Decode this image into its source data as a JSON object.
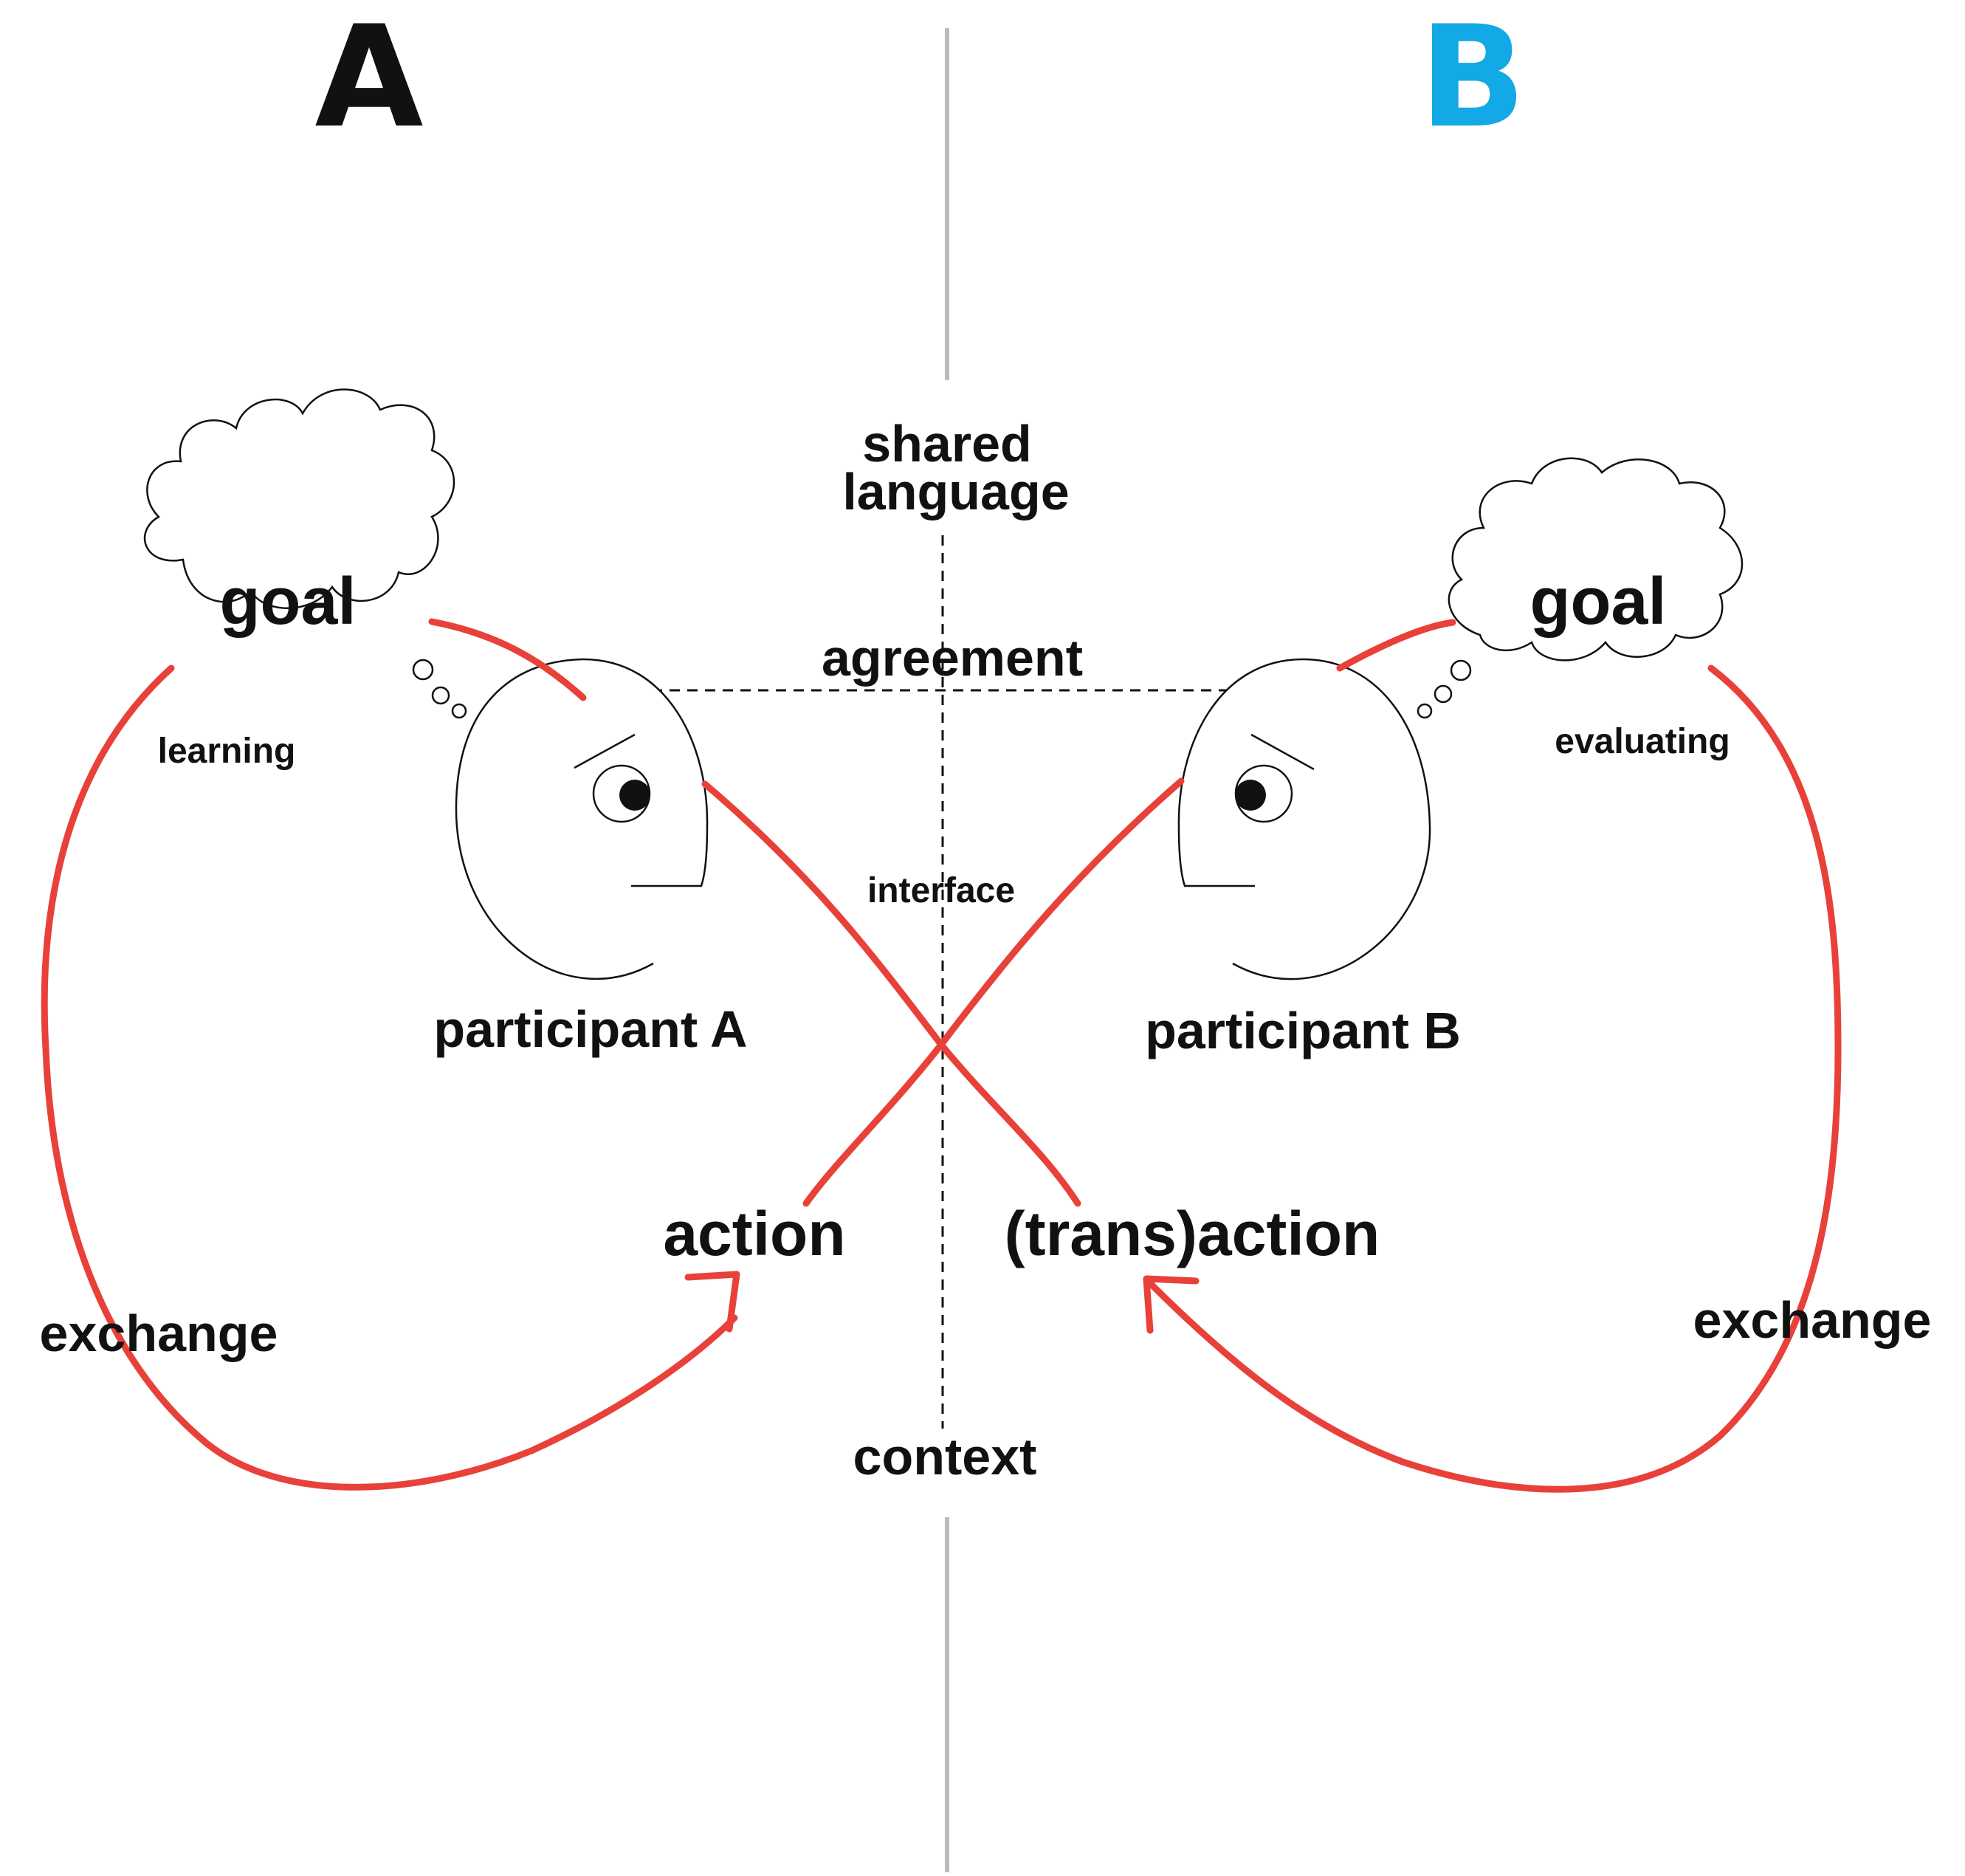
{
  "side_a": {
    "letter": "A",
    "color": "#111111"
  },
  "side_b": {
    "letter": "B",
    "color": "#13a8e6"
  },
  "center": {
    "shared_language_line1": "shared",
    "shared_language_line2": "language",
    "agreement": "agreement",
    "interface": "interface",
    "context": "context"
  },
  "participant_a": {
    "goal": "goal",
    "process": "learning",
    "name": "participant A",
    "action": "action",
    "exchange": "exchange"
  },
  "participant_b": {
    "goal": "goal",
    "process": "evaluating",
    "name": "participant B",
    "action": "(trans)action",
    "exchange": "exchange"
  },
  "colors": {
    "loop": "#e8413a",
    "divider": "#bbbbbb",
    "ink": "#111111"
  },
  "icons": [
    "thought-cloud-icon",
    "face-profile-icon",
    "arrow-head-icon"
  ]
}
